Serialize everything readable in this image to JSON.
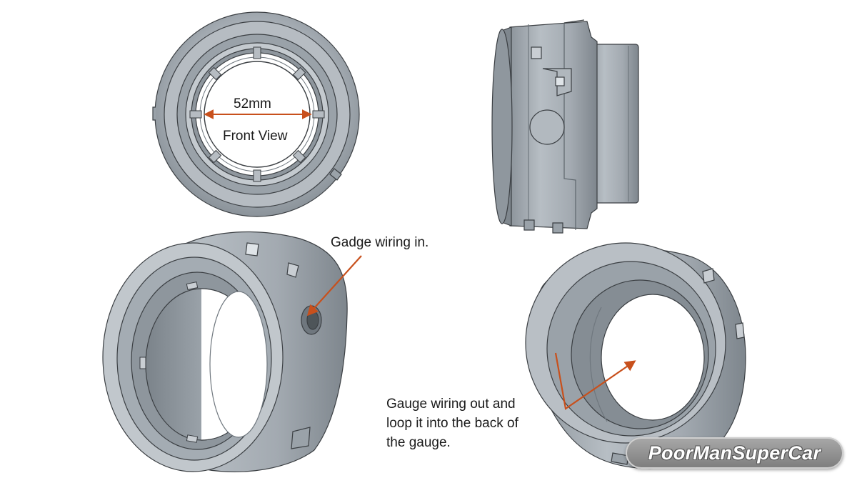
{
  "labels": {
    "dimension": "52mm",
    "front_view": "Front View",
    "wiring_in": "Gadge wiring in.",
    "wiring_out_lines": [
      "Gauge wiring out and",
      "loop it into the back of",
      "the gauge."
    ]
  },
  "watermark": {
    "text": "PoorManSuperCar"
  },
  "colors": {
    "annotation_arrow": "#c8501c",
    "part_body": "#9aa3ab",
    "part_shadow": "#6f777e",
    "part_highlight": "#dfe4e8",
    "outline": "#3b3f43"
  }
}
